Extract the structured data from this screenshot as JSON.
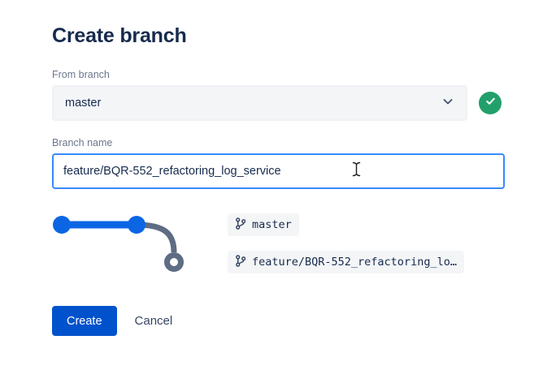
{
  "dialog": {
    "title": "Create branch",
    "from_branch": {
      "label": "From branch",
      "value": "master"
    },
    "branch_name": {
      "label": "Branch name",
      "value": "feature/BQR-552_refactoring_log_service"
    },
    "graph": {
      "source_chip": "master",
      "new_chip": "feature/BQR-552_refactoring_lo…"
    },
    "actions": {
      "create_label": "Create",
      "cancel_label": "Cancel"
    },
    "icons": {
      "check": "check-icon",
      "chevron": "chevron-down-icon",
      "branch": "git-branch-icon",
      "cursor": "text-ibeam-cursor"
    },
    "colors": {
      "primary_blue": "#0052CC",
      "success_green": "#22A06B",
      "graph_blue": "#0C66E4",
      "graph_gray": "#5E6C84",
      "chip_bg": "#F4F5F7",
      "focus_border": "#388BFF"
    }
  }
}
